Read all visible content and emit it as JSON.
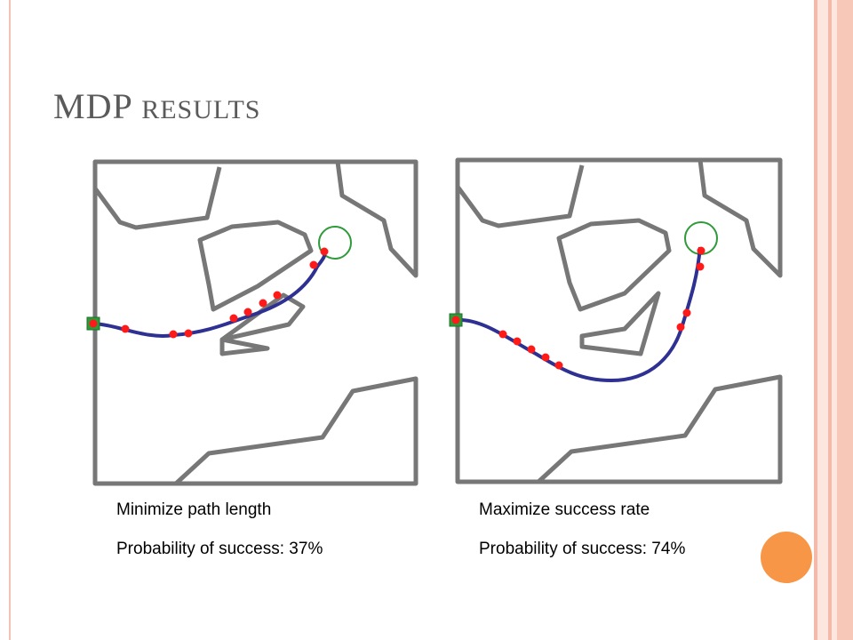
{
  "slide": {
    "title_main": "MDP",
    "title_rest": "results"
  },
  "panels": [
    {
      "caption_1": "Minimize path length",
      "caption_2": "Probability of success: 37%"
    },
    {
      "caption_1": "Maximize success rate",
      "caption_2": "Probability of success: 74%"
    }
  ],
  "colors": {
    "obstacle": "#777777",
    "path": "#2e3192",
    "waypoint": "#ff1a1a",
    "goal": "#2e9b3a",
    "start_fill": "#2e9b3a",
    "accent_circle": "#f79646"
  }
}
